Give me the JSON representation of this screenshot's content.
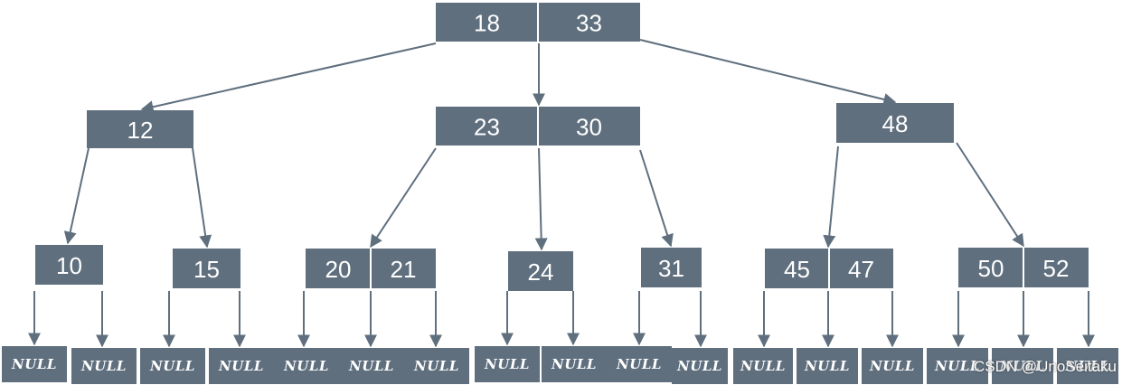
{
  "tree": {
    "root": {
      "keys": [
        "18",
        "33"
      ]
    },
    "level1": [
      {
        "keys": [
          "12"
        ]
      },
      {
        "keys": [
          "23",
          "30"
        ]
      },
      {
        "keys": [
          "48"
        ]
      }
    ],
    "level2": [
      {
        "keys": [
          "10"
        ]
      },
      {
        "keys": [
          "15"
        ]
      },
      {
        "keys": [
          "20",
          "21"
        ]
      },
      {
        "keys": [
          "24"
        ]
      },
      {
        "keys": [
          "31"
        ]
      },
      {
        "keys": [
          "45",
          "47"
        ]
      },
      {
        "keys": [
          "50",
          "52"
        ]
      }
    ],
    "null_label": "NULL",
    "null_count": 17
  },
  "colors": {
    "node_fill": "#5f6f7e",
    "text": "#ffffff",
    "edge": "#5f6f7e"
  },
  "watermark": "CSDN @UnoSeitaku"
}
